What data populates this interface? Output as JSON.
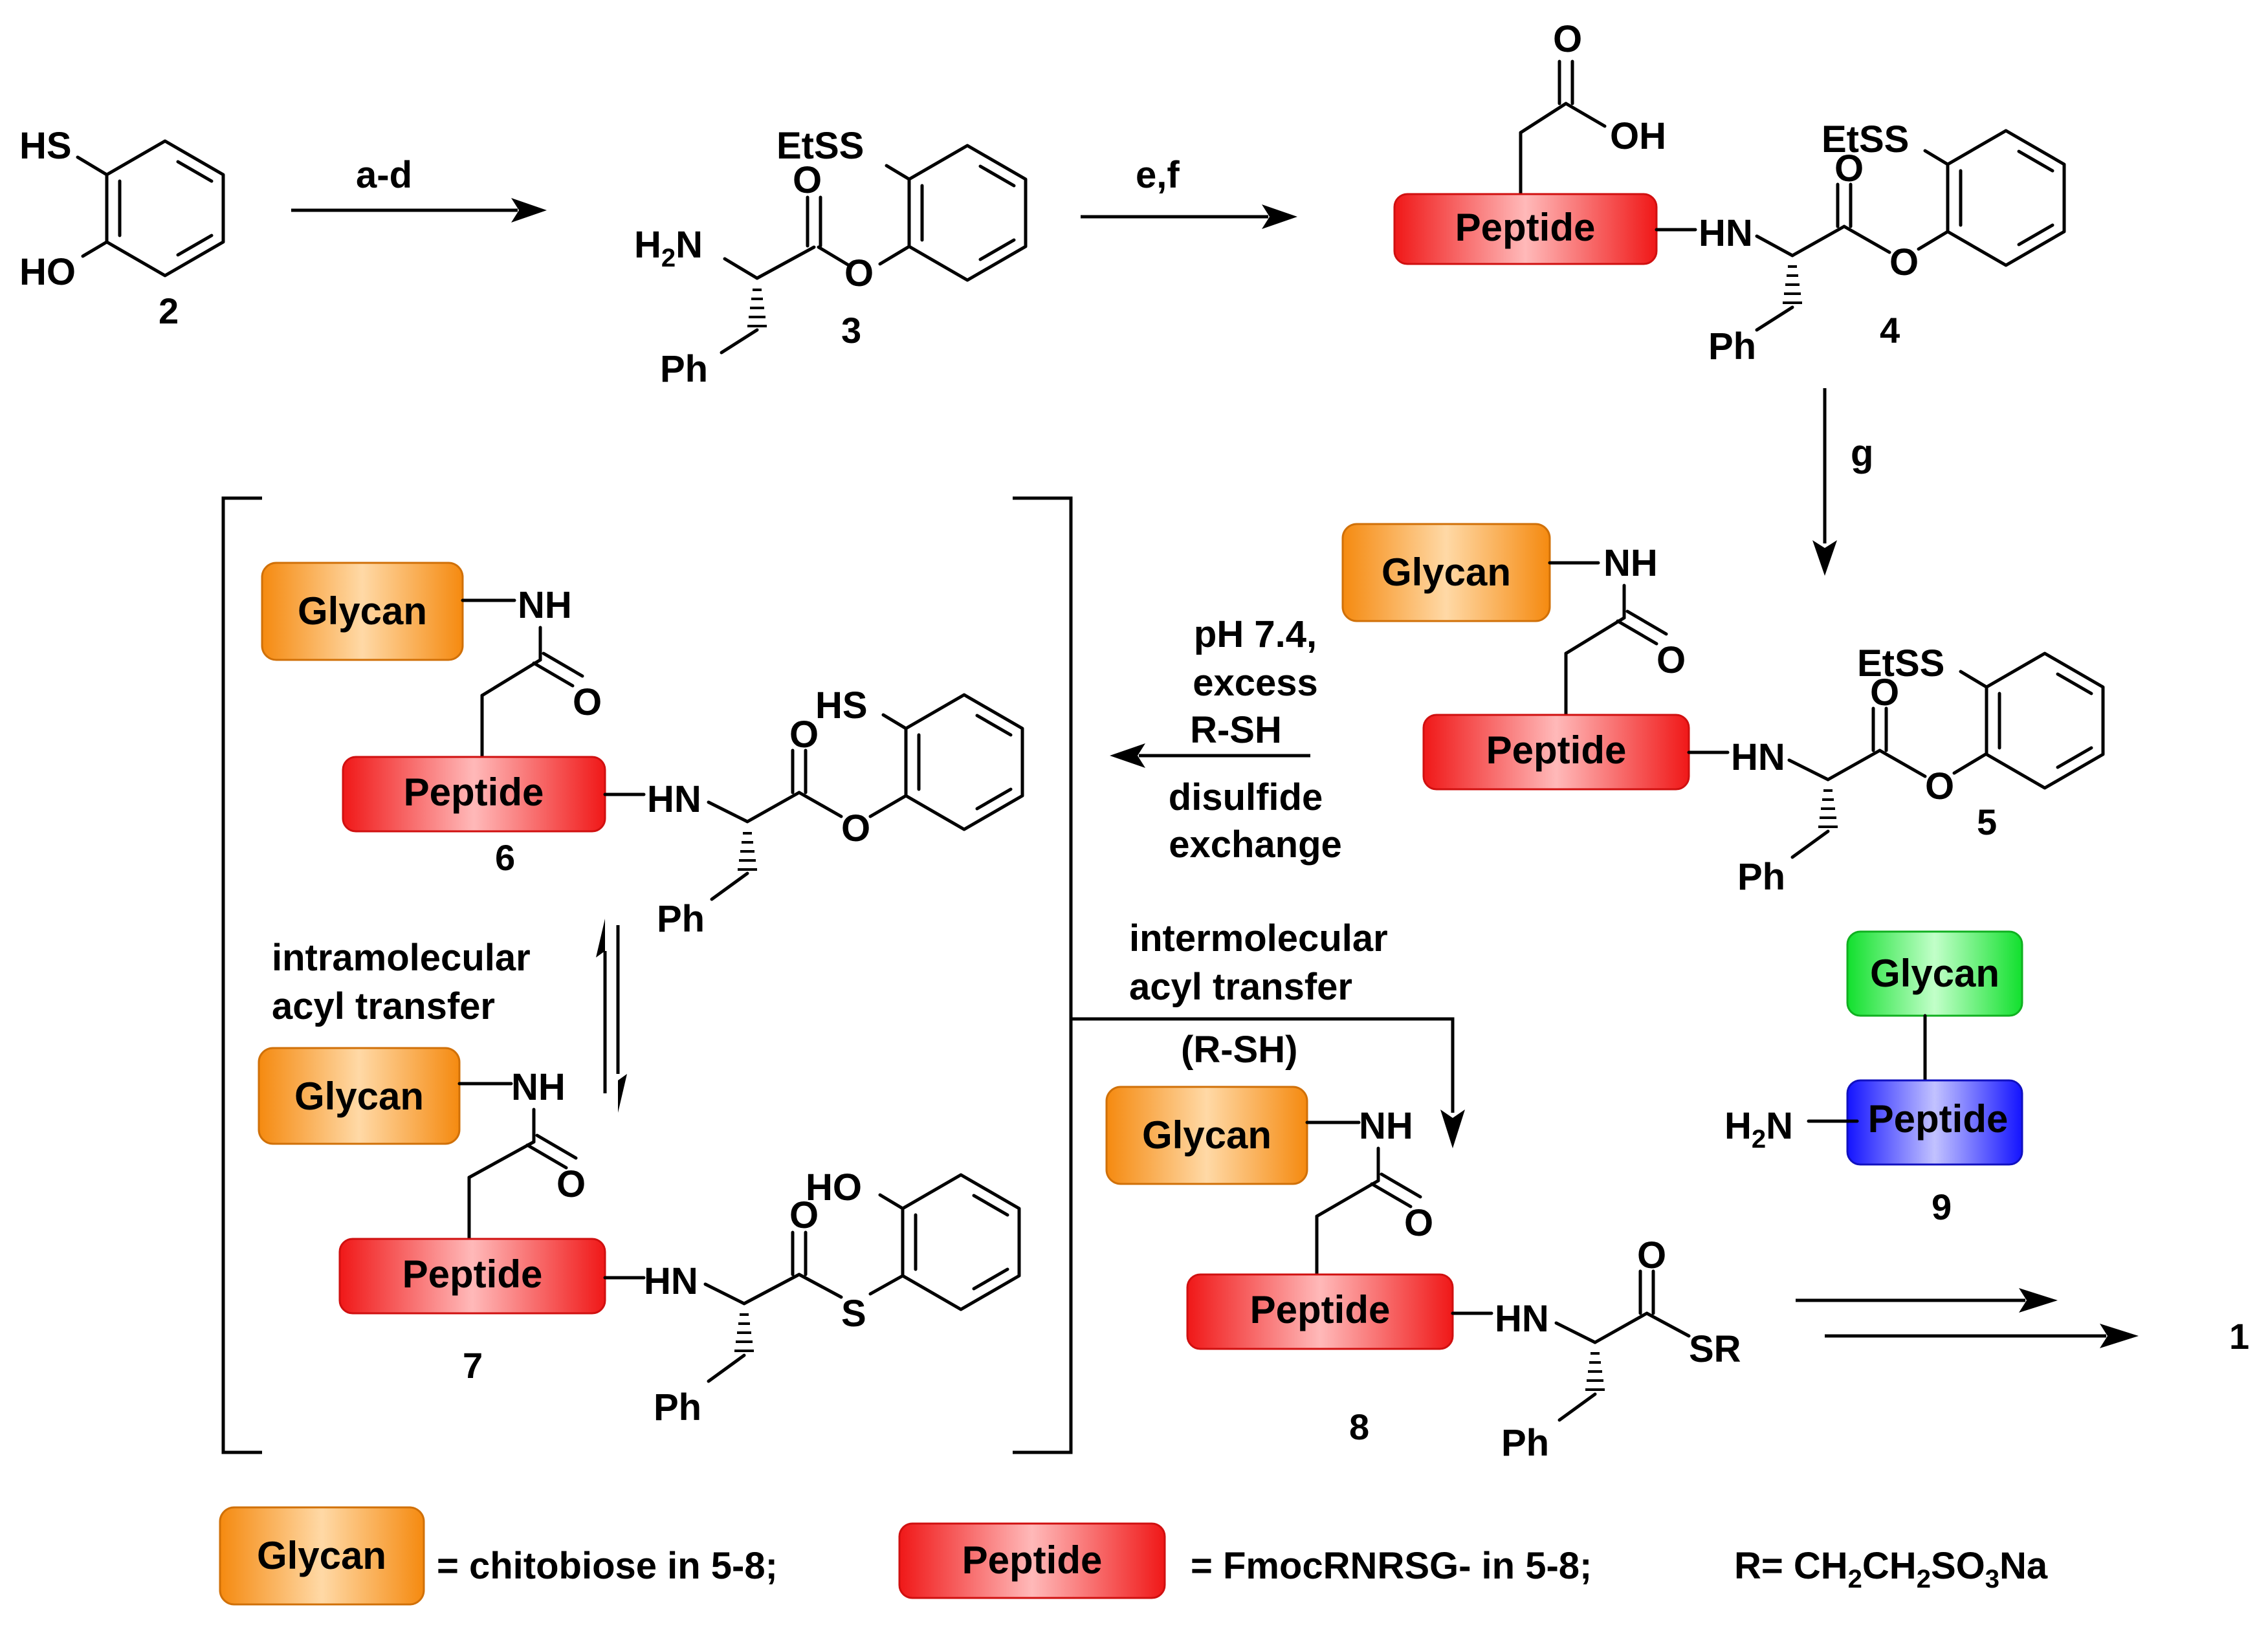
{
  "colors": {
    "glycan": "#f59b1e",
    "peptide": "#ef2b2b",
    "glycan9": "#2fe34a",
    "peptide9": "#2b2bff"
  },
  "compounds": {
    "c2": {
      "number": "2",
      "HS": "HS",
      "HO": "HO"
    },
    "c3": {
      "number": "3",
      "EtSS": "EtSS",
      "O": "O",
      "H2N": "H",
      "H2N_sub": "2",
      "H2N_N": "N",
      "O_ester": "O",
      "Ph": "Ph"
    },
    "c4": {
      "number": "4",
      "O_top": "O",
      "OH": "OH",
      "peptide": "Peptide",
      "HN": "HN",
      "EtSS": "EtSS",
      "O": "O",
      "O_ester": "O",
      "Ph": "Ph"
    },
    "c5": {
      "number": "5",
      "glycan": "Glycan",
      "NH": "NH",
      "O_amide": "O",
      "peptide": "Peptide",
      "HN": "HN",
      "EtSS": "EtSS",
      "O": "O",
      "O_ester": "O",
      "Ph": "Ph"
    },
    "c6": {
      "number": "6",
      "glycan": "Glycan",
      "NH": "NH",
      "O_amide": "O",
      "peptide": "Peptide",
      "HN": "HN",
      "HS": "HS",
      "O": "O",
      "O_ester": "O",
      "Ph": "Ph"
    },
    "c7": {
      "number": "7",
      "glycan": "Glycan",
      "NH": "NH",
      "O_amide": "O",
      "peptide": "Peptide",
      "HN": "HN",
      "HO": "HO",
      "O": "O",
      "S": "S",
      "Ph": "Ph"
    },
    "c8": {
      "number": "8",
      "glycan": "Glycan",
      "NH": "NH",
      "O_amide": "O",
      "peptide": "Peptide",
      "HN": "HN",
      "O": "O",
      "SR": "SR",
      "Ph": "Ph"
    },
    "c9": {
      "number": "9",
      "glycan": "Glycan",
      "peptide": "Peptide",
      "H": "H",
      "sub": "2",
      "N": "N"
    },
    "c1": {
      "number": "1"
    }
  },
  "reactions": {
    "step1": "a-d",
    "step2": "e,f",
    "step3": "g",
    "disulfide": [
      "pH 7.4,",
      "excess",
      "R-SH",
      "disulfide",
      "exchange"
    ],
    "intra": [
      "intramolecular",
      "acyl transfer"
    ],
    "inter": [
      "intermolecular",
      "acyl transfer"
    ],
    "inter_reagent": "(R-SH)"
  },
  "legend": {
    "glycan_box": "Glycan",
    "glycan_def": "= chitobiose in 5-8;",
    "peptide_box": "Peptide",
    "peptide_def": "= FmocRNRSG- in 5-8;",
    "r_def": {
      "a": "R= CH",
      "s1": "2",
      "b": "CH",
      "s2": "2",
      "c": "SO",
      "s3": "3",
      "d": "Na"
    }
  }
}
